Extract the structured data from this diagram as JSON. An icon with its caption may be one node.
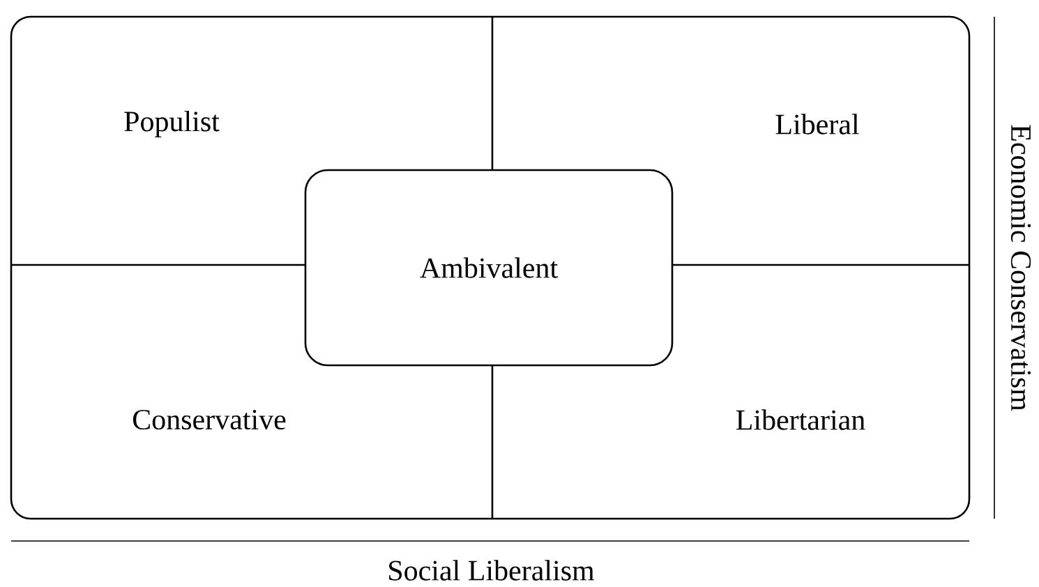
{
  "diagram": {
    "nodes": [
      {
        "text": [
          "Ambivalent"
        ]
      }
    ],
    "labels": [
      "Populist",
      "Liberal",
      "Conservative",
      "Libertarian",
      "Social Liberalism",
      "Economic Conservatism"
    ]
  }
}
